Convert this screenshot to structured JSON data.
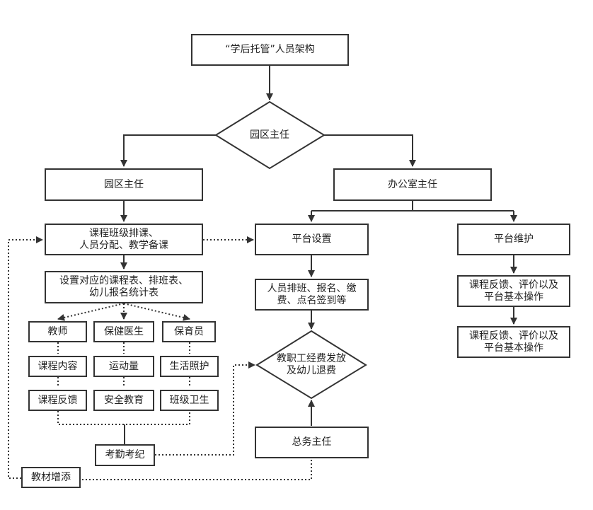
{
  "nodes": {
    "top_title": "“学后托管”人员架构",
    "park_director_diamond": "园区主任",
    "park_director": "园区主任",
    "office_director": "办公室主任",
    "scheduling": "课程班级排课、\n人员分配、教学备课",
    "timetables": "设置对应的课程表、排班表、\n幼儿报名统计表",
    "teacher": "教师",
    "health_doctor": "保健医生",
    "caregiver": "保育员",
    "course_content": "课程内容",
    "exercise": "运动量",
    "life_care": "生活照护",
    "course_feedback": "课程反馈",
    "safety_education": "安全教育",
    "class_hygiene": "班级卫生",
    "attendance": "考勤考纪",
    "materials": "教材增添",
    "platform_setup": "平台设置",
    "staff_tasks": "人员排班、报名、缴\n费、点名签到等",
    "payroll_diamond": "教职工经费发放\n及幼儿退费",
    "general_affairs": "总务主任",
    "platform_maintenance": "平台维护",
    "feedback_1": "课程反馈、评价以及\n平台基本操作",
    "feedback_2": "课程反馈、评价以及\n平台基本操作"
  },
  "colors": {
    "stroke": "#333333",
    "background": "#ffffff",
    "text": "#222222"
  }
}
